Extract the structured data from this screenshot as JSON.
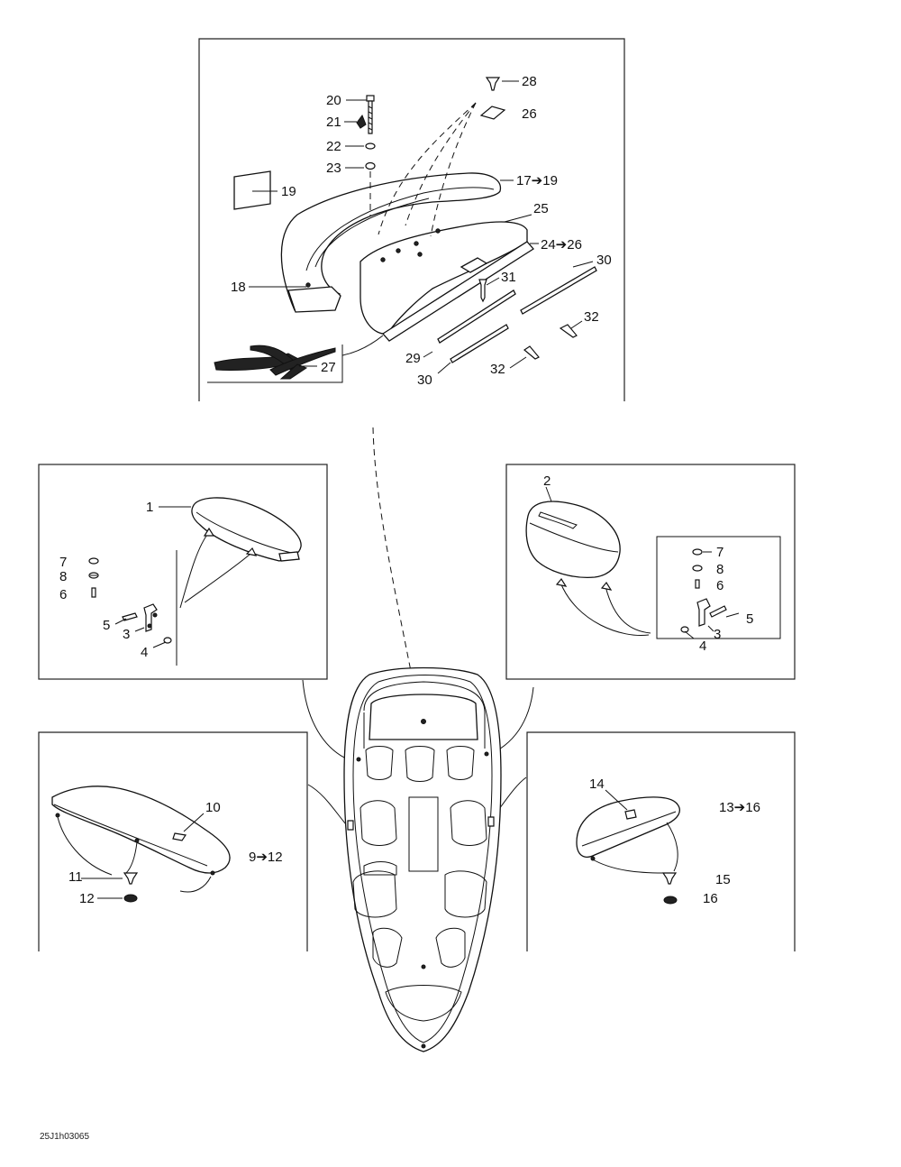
{
  "diagram_code": "25J1h03065",
  "labels": {
    "l1": "1",
    "l2": "2",
    "l3a": "3",
    "l3b": "3",
    "l4a": "4",
    "l4b": "4",
    "l5a": "5",
    "l5b": "5",
    "l6a": "6",
    "l6b": "6",
    "l7a": "7",
    "l7b": "7",
    "l8a": "8",
    "l8b": "8",
    "l9_12": "9➔12",
    "l10": "10",
    "l11": "11",
    "l12": "12",
    "l13_16": "13➔16",
    "l14": "14",
    "l15": "15",
    "l16": "16",
    "l17_19": "17➔19",
    "l18": "18",
    "l19": "19",
    "l20": "20",
    "l21": "21",
    "l22": "22",
    "l23": "23",
    "l24_26": "24➔26",
    "l25": "25",
    "l26": "26",
    "l27": "27",
    "l28": "28",
    "l29": "29",
    "l30a": "30",
    "l30b": "30",
    "l31": "31",
    "l32a": "32",
    "l32b": "32"
  }
}
